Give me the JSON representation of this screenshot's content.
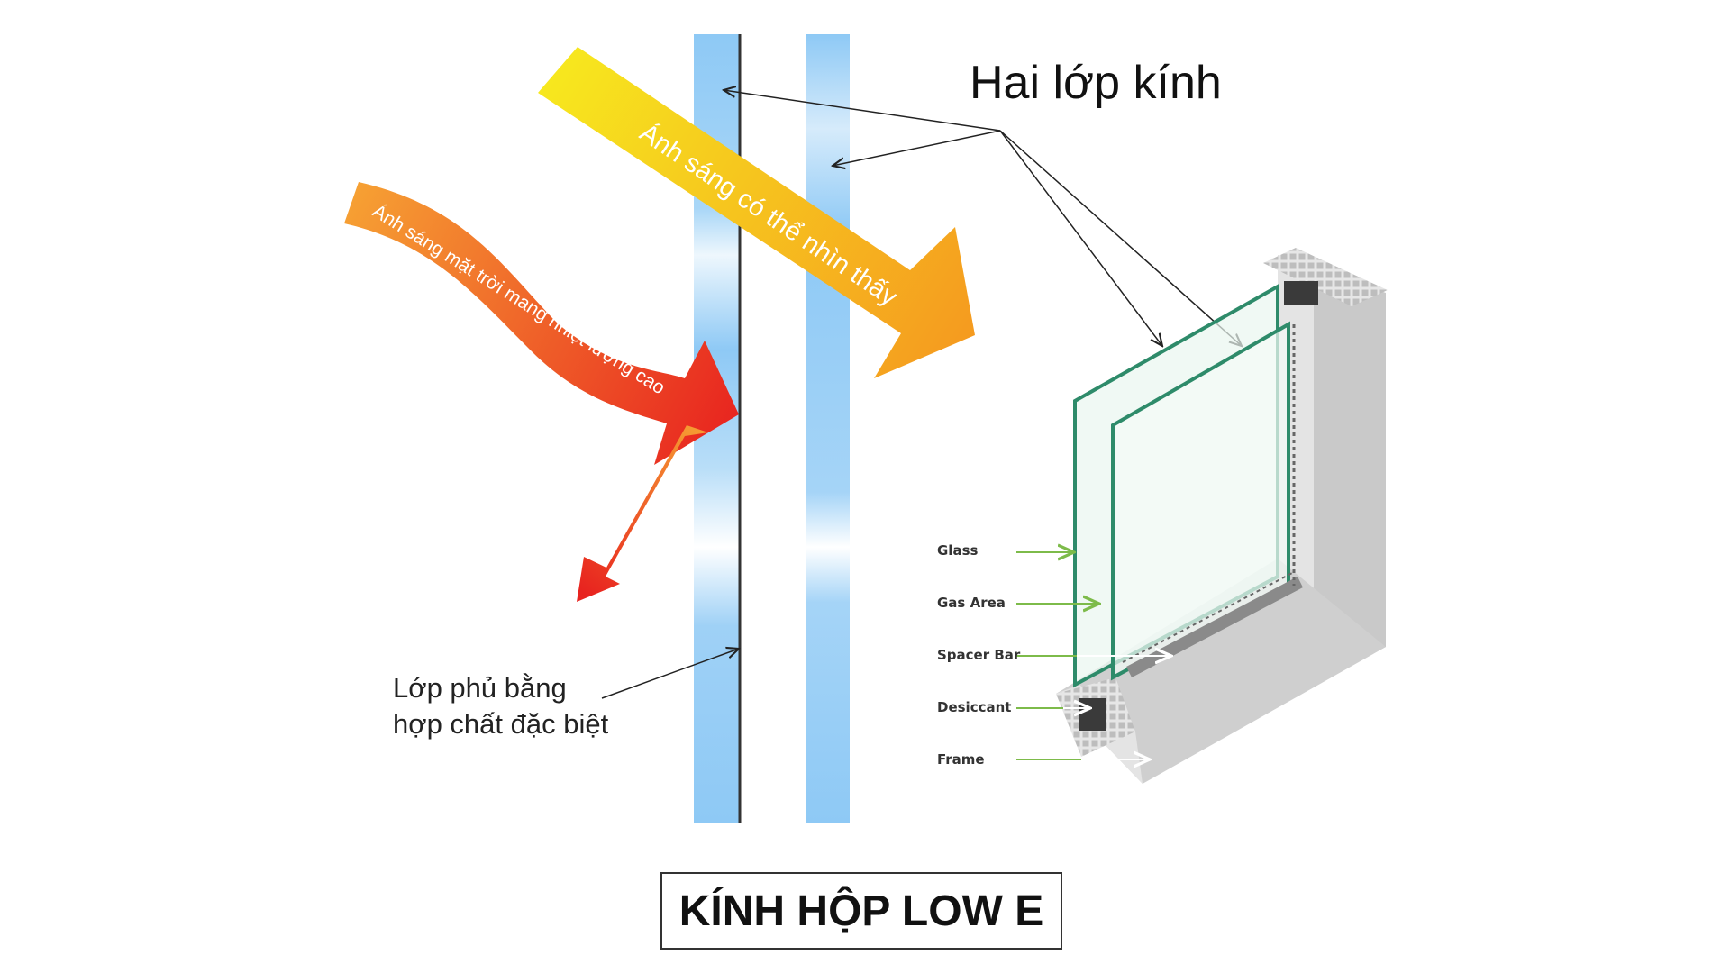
{
  "labels": {
    "two_panes": "Hai lớp kính",
    "visible_light": "Ánh sáng có thể nhìn thấy",
    "solar_heat": "Ánh sáng mặt trời mang nhiệt lượng cao",
    "coating_line1": "Lớp phủ bằng",
    "coating_line2": "hợp chất đặc biệt",
    "main_title": "KÍNH HỘP LOW E"
  },
  "parts": [
    "Glass",
    "Gas Area",
    "Spacer Bar",
    "Desiccant",
    "Frame"
  ],
  "colors": {
    "glass_blue": "#8ec9f5",
    "visible_light_start": "#f7ea1e",
    "visible_light_end": "#f59a1f",
    "heat_start": "#f6a033",
    "heat_end": "#e8231f",
    "pane_green": "#2e8b6a",
    "pointer_green": "#7dbb4a",
    "frame_gray": "#c9c9c9"
  }
}
